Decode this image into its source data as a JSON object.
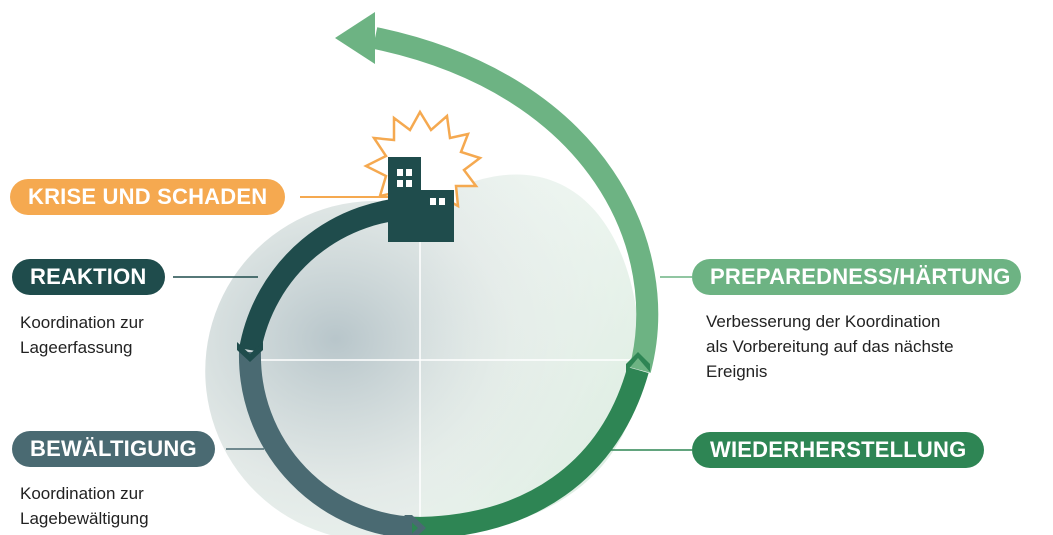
{
  "phases": {
    "crisis": {
      "label": "KRISE UND SCHADEN"
    },
    "reaction": {
      "label": "REAKTION",
      "description": "Koordination zur\nLageerfassung"
    },
    "coping": {
      "label": "BEWÄLTIGUNG",
      "description": "Koordination zur\nLagebewältigung"
    },
    "recovery": {
      "label": "WIEDERHERSTELLUNG"
    },
    "preparedness": {
      "label": "PREPAREDNESS/HÄRTUNG",
      "description": "Verbesserung der Koordination\nals Vorbereitung auf das nächste\nEreignis"
    }
  },
  "colors": {
    "crisis": "#f5a950",
    "reaction": "#1f4c4c",
    "coping": "#4a6a72",
    "recovery": "#2e8554",
    "preparedness": "#6db383",
    "building": "#1f4c4c"
  },
  "icons": [
    "building-icon",
    "explosion-burst-icon",
    "cycle-arrow-icon"
  ]
}
